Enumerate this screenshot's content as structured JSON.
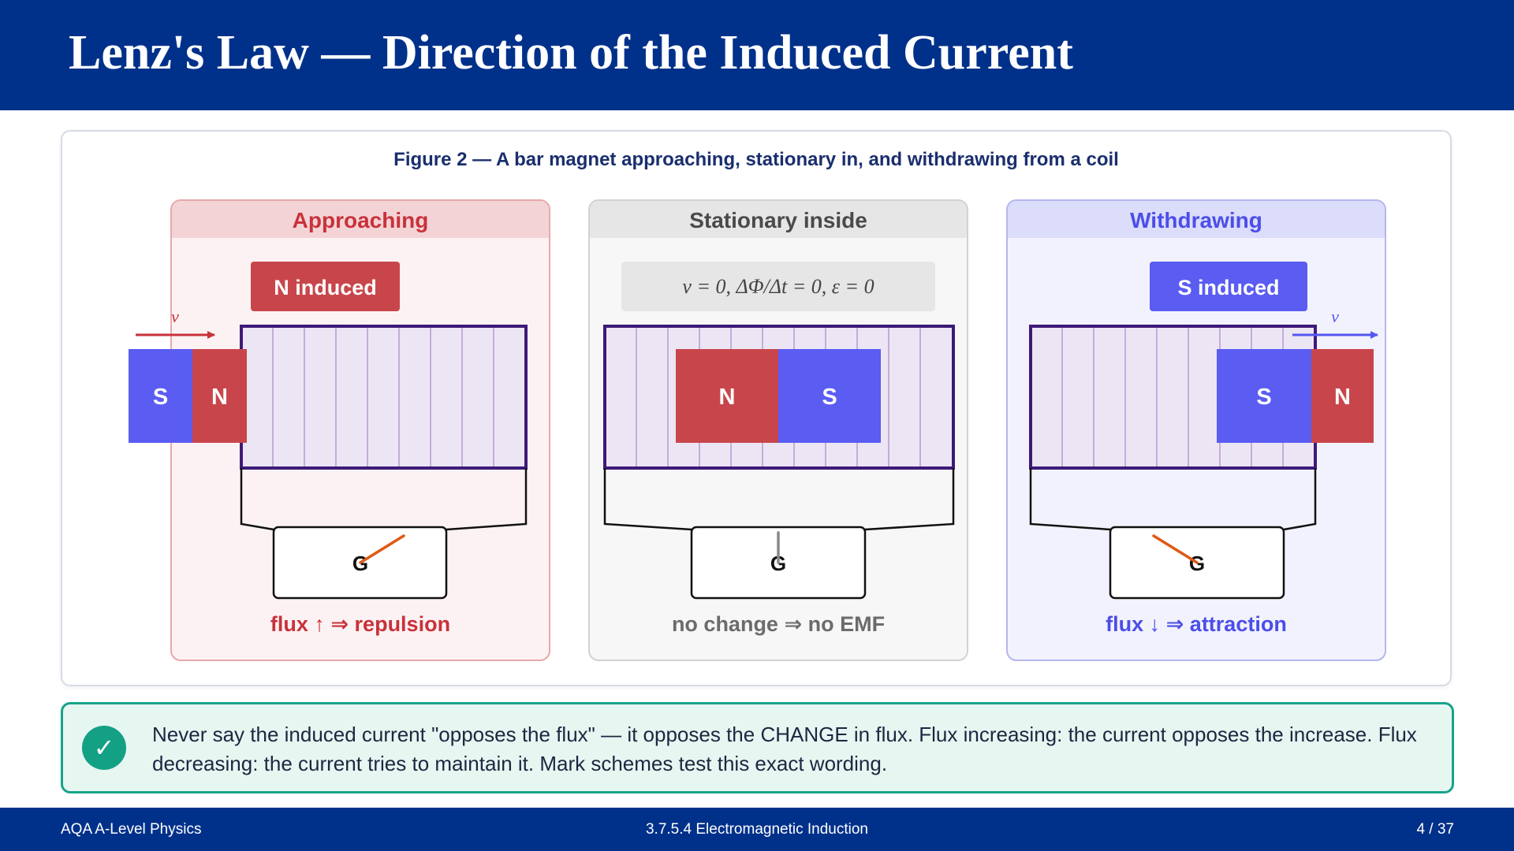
{
  "slide": {
    "title": "Lenz's Law — Direction of the Induced Current"
  },
  "figure": {
    "caption": "Figure 2 — A bar magnet approaching, stationary in, and withdrawing from a coil",
    "panels": [
      {
        "title": "Approaching",
        "badge": "N induced",
        "velocity_label": "v",
        "magnet_left_pole": "S",
        "magnet_right_pole": "N",
        "galvanometer_label": "G",
        "caption": "flux ↑ ⇒ repulsion",
        "colors": {
          "title": "#c8323a",
          "border": "#e8a8ab",
          "fill": "#fdf2f3",
          "header": "#f4d3d6",
          "accent": "#c8323a"
        }
      },
      {
        "title": "Stationary inside",
        "badge": "v = 0, ΔΦ/Δt = 0, ε = 0",
        "magnet_left_pole": "N",
        "magnet_right_pole": "S",
        "galvanometer_label": "G",
        "caption": "no change ⇒ no EMF",
        "colors": {
          "title": "#4a4a4a",
          "border": "#d2d2d2",
          "fill": "#f7f7f7",
          "header": "#e6e6e6",
          "accent": "#777777"
        }
      },
      {
        "title": "Withdrawing",
        "badge": "S induced",
        "velocity_label": "v",
        "magnet_left_pole": "S",
        "magnet_right_pole": "N",
        "galvanometer_label": "G",
        "caption": "flux ↓ ⇒ attraction",
        "colors": {
          "title": "#4b4ee8",
          "border": "#b5b6ef",
          "fill": "#f2f2fe",
          "header": "#dcdcfb",
          "accent": "#5558f0"
        }
      }
    ],
    "colors": {
      "north_pole": "#c8464b",
      "south_pole": "#5a5cf2",
      "coil_frame": "#3d1a78",
      "coil_fill": "#ece6f4",
      "coil_turns": "#b59ad2",
      "needle": "#de5a14"
    }
  },
  "callout": {
    "icon": "check-icon",
    "text": "Never say the induced current \"opposes the flux\" — it opposes the CHANGE in flux. Flux increasing: the current opposes the increase. Flux decreasing: the current tries to maintain it. Mark schemes test this exact wording."
  },
  "footer": {
    "left": "AQA A-Level Physics",
    "center": "3.7.5.4  Electromagnetic Induction",
    "right": "4 / 37"
  }
}
